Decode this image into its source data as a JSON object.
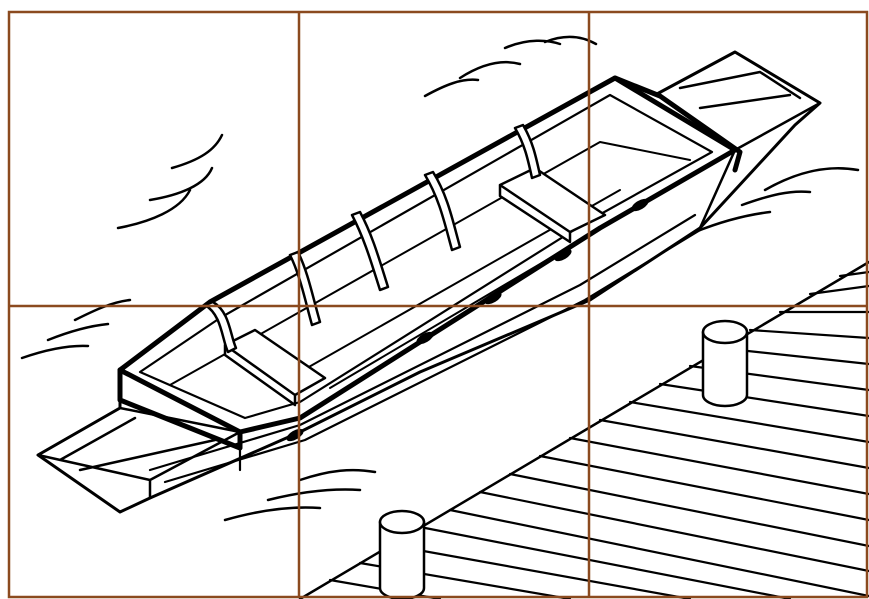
{
  "canvas": {
    "background": "#ffffff",
    "line_color": "#000000",
    "grid_color": "#8b4a1f",
    "grid": {
      "columns": 3,
      "rows": 2
    }
  },
  "subject": {
    "icons": [
      "rowboat-drawing",
      "dock-drawing",
      "bollard-icon",
      "water-ripple-icon"
    ]
  }
}
